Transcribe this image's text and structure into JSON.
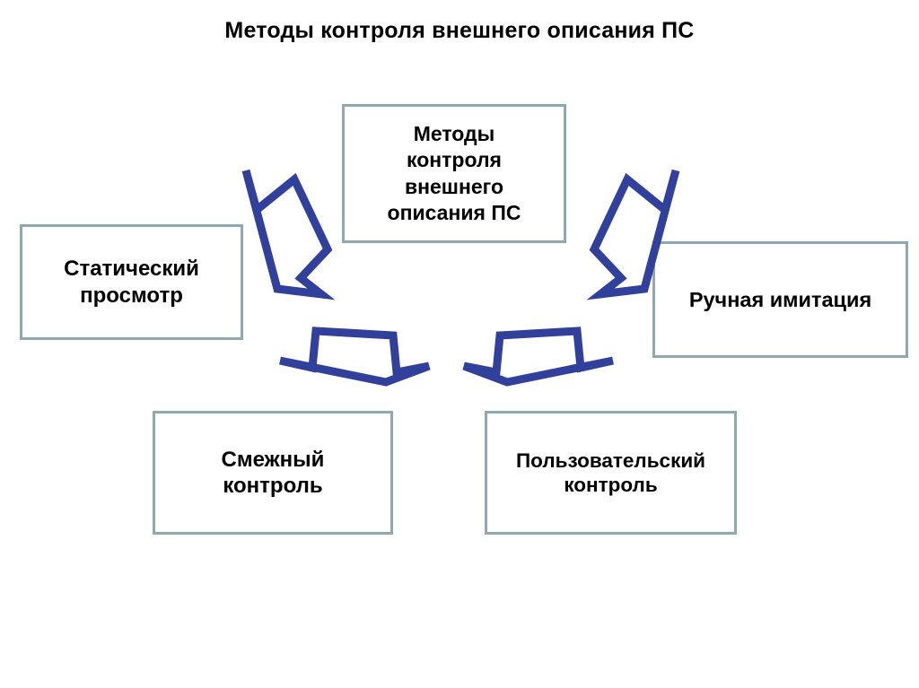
{
  "slide": {
    "title": "Методы контроля внешнего описания ПС",
    "background_color": "#ffffff"
  },
  "theme": {
    "box_border_color": "#8fa9b2",
    "box_fill_color": "#ffffff",
    "arrow_color": "#31409b",
    "text_color": "#000000"
  },
  "diagram": {
    "type": "radial-hub-and-spoke",
    "center": {
      "id": "center",
      "label": "Методы\nконтроля\nвнешнего\nописания ПС",
      "lines": [
        "Методы",
        "контроля",
        "внешнего",
        "описания ПС"
      ]
    },
    "nodes": [
      {
        "id": "static-review",
        "label": "Статический\nпросмотр",
        "lines": [
          "Статический",
          "просмотр"
        ],
        "position": "left"
      },
      {
        "id": "manual-simulation",
        "label": "Ручная имитация",
        "lines": [
          "Ручная имитация"
        ],
        "position": "right"
      },
      {
        "id": "adjacent-control",
        "label": "Смежный\nконтроль",
        "lines": [
          "Смежный",
          "контроль"
        ],
        "position": "bottom-left"
      },
      {
        "id": "user-control",
        "label": "Пользовательский\nконтроль",
        "lines": [
          "Пользовательский",
          "контроль"
        ],
        "position": "bottom-right"
      }
    ],
    "connectors": [
      {
        "id": "arrow-top-left",
        "from": "center",
        "to": "static-review",
        "direction": "down-left"
      },
      {
        "id": "arrow-top-right",
        "from": "center",
        "to": "manual-simulation",
        "direction": "up-right"
      },
      {
        "id": "arrow-bottom-left",
        "from": "center",
        "to": "adjacent-control",
        "direction": "down-left"
      },
      {
        "id": "arrow-bottom-right",
        "from": "center",
        "to": "user-control",
        "direction": "down-right"
      }
    ]
  }
}
